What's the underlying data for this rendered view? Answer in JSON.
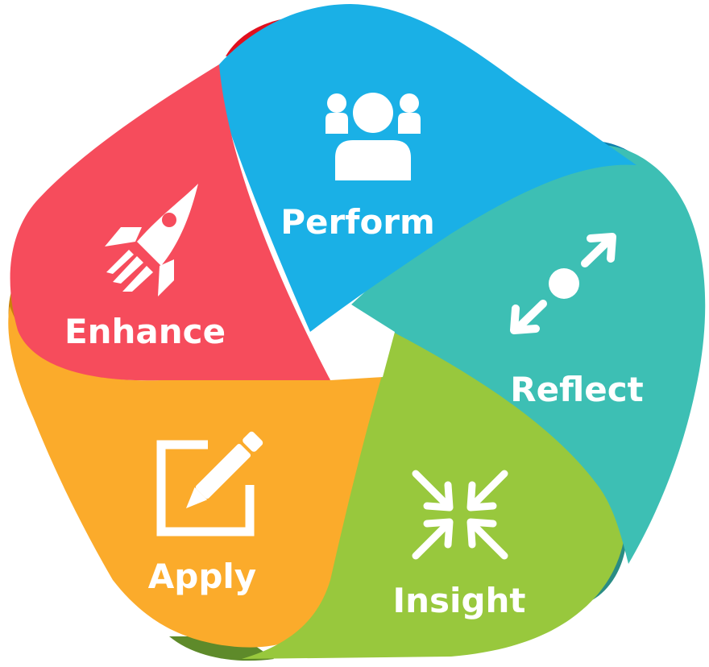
{
  "segments": [
    {
      "id": "perform",
      "label": "Perform",
      "icon": "people-group-icon",
      "color": "#1AB0E6",
      "shadow": "#0F7FAE"
    },
    {
      "id": "reflect",
      "label": "Reflect",
      "icon": "expand-arrows-icon",
      "color": "#3DBFB4",
      "shadow": "#2A8C84"
    },
    {
      "id": "insight",
      "label": "Insight",
      "icon": "collapse-arrows-icon",
      "color": "#98C83D",
      "shadow": "#5E8A2A"
    },
    {
      "id": "apply",
      "label": "Apply",
      "icon": "edit-pencil-icon",
      "color": "#FBAB2B",
      "shadow": "#C9820A"
    },
    {
      "id": "enhance",
      "label": "Enhance",
      "icon": "rocket-icon",
      "color": "#F64C5C",
      "shadow": "#E0101E"
    }
  ]
}
